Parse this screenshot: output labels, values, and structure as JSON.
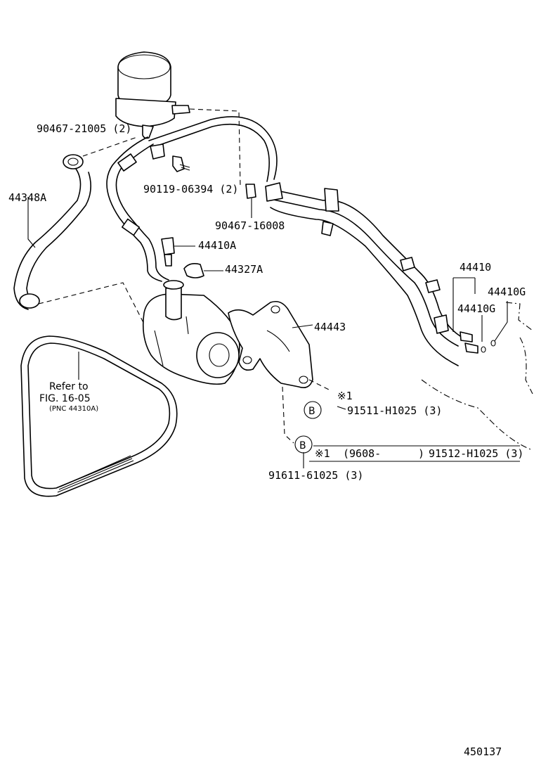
{
  "labels": {
    "reservoir_clamp": "90467-21005 (2)",
    "bolt": "90119-06394 (2)",
    "clamp_16008": "90467-16008",
    "hose_return": "44348A",
    "union_bolt": "44410A",
    "gasket": "44327A",
    "bracket": "44443",
    "pressure_tube": "44410",
    "gasket_g1": "44410G",
    "gasket_g2": "44410G",
    "mark1_upper": "※1",
    "bolt_91511": "91511-H1025 (3)",
    "mark1_lower": "※1",
    "date_code": "(9608-",
    "date_close": ")",
    "bolt_91512": "91512-H1025 (3)",
    "bolt_91611": "91611-61025 (3)",
    "circle_b_upper": "B",
    "circle_b_lower": "B",
    "refer_to": "Refer to",
    "fig_ref": "FIG. 16-05",
    "pnc_ref": "(PNC 44310A)",
    "diagram_number": "450137"
  }
}
